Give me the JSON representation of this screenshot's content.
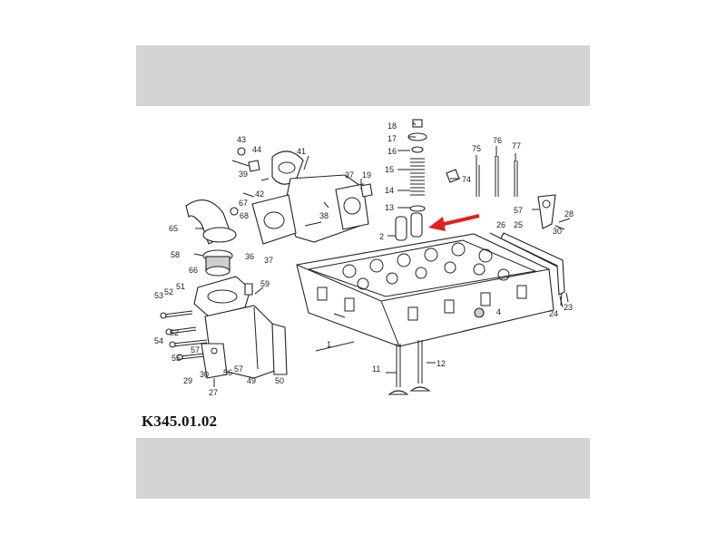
{
  "drawing_code": "K345.01.02",
  "arrow_color": "#e02020",
  "callouts": [
    {
      "id": "c43",
      "label": "43"
    },
    {
      "id": "c44",
      "label": "44"
    },
    {
      "id": "c39",
      "label": "39"
    },
    {
      "id": "c41",
      "label": "41"
    },
    {
      "id": "c42",
      "label": "42"
    },
    {
      "id": "c67",
      "label": "67"
    },
    {
      "id": "c68",
      "label": "68"
    },
    {
      "id": "c65",
      "label": "65"
    },
    {
      "id": "c36",
      "label": "36"
    },
    {
      "id": "c37a",
      "label": "37"
    },
    {
      "id": "c37b",
      "label": "37"
    },
    {
      "id": "c19",
      "label": "19"
    },
    {
      "id": "c38",
      "label": "38"
    },
    {
      "id": "c18",
      "label": "18"
    },
    {
      "id": "c17",
      "label": "17"
    },
    {
      "id": "c16",
      "label": "16"
    },
    {
      "id": "c15",
      "label": "15"
    },
    {
      "id": "c14",
      "label": "14"
    },
    {
      "id": "c13",
      "label": "13"
    },
    {
      "id": "c2",
      "label": "2"
    },
    {
      "id": "c74",
      "label": "74"
    },
    {
      "id": "c75",
      "label": "75"
    },
    {
      "id": "c76",
      "label": "76"
    },
    {
      "id": "c77",
      "label": "77"
    },
    {
      "id": "c57a",
      "label": "57"
    },
    {
      "id": "c30a",
      "label": "30"
    },
    {
      "id": "c28",
      "label": "28"
    },
    {
      "id": "c26",
      "label": "26"
    },
    {
      "id": "c25",
      "label": "25"
    },
    {
      "id": "c58",
      "label": "58"
    },
    {
      "id": "c66",
      "label": "66"
    },
    {
      "id": "c59",
      "label": "59"
    },
    {
      "id": "c53",
      "label": "53"
    },
    {
      "id": "c52a",
      "label": "52"
    },
    {
      "id": "c51",
      "label": "51"
    },
    {
      "id": "c54",
      "label": "54"
    },
    {
      "id": "c52b",
      "label": "52"
    },
    {
      "id": "c57b",
      "label": "57"
    },
    {
      "id": "c55",
      "label": "55"
    },
    {
      "id": "c56",
      "label": "56"
    },
    {
      "id": "c57c",
      "label": "57"
    },
    {
      "id": "c29",
      "label": "29"
    },
    {
      "id": "c30b",
      "label": "30"
    },
    {
      "id": "c27",
      "label": "27"
    },
    {
      "id": "c49",
      "label": "49"
    },
    {
      "id": "c50",
      "label": "50"
    },
    {
      "id": "c4",
      "label": "4"
    },
    {
      "id": "c1",
      "label": "1"
    },
    {
      "id": "c11",
      "label": "11"
    },
    {
      "id": "c12",
      "label": "12"
    },
    {
      "id": "c24",
      "label": "24"
    },
    {
      "id": "c23",
      "label": "23"
    }
  ]
}
